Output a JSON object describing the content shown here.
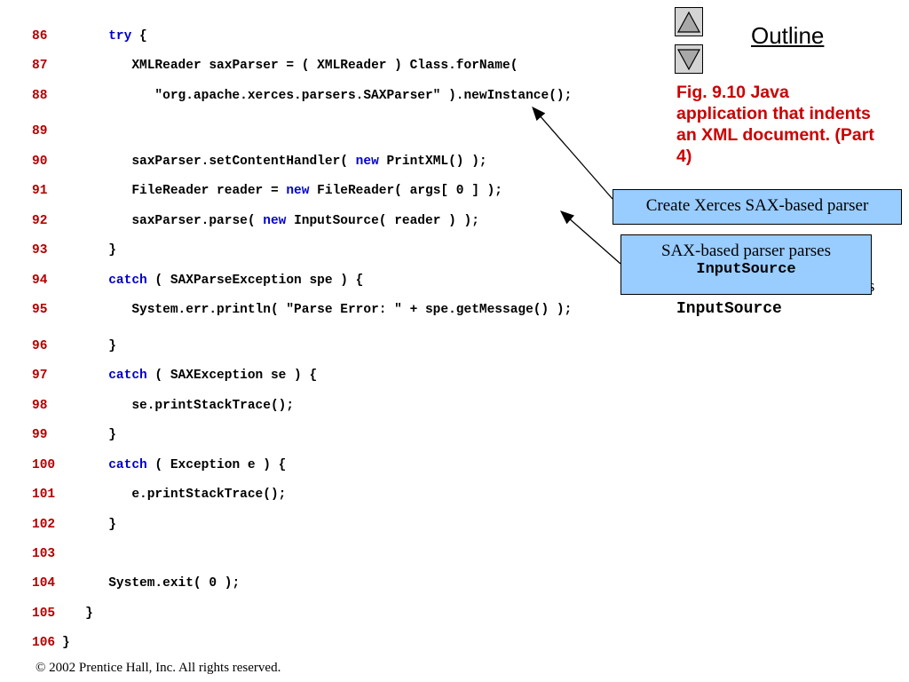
{
  "outline": {
    "label": "Outline"
  },
  "nav": {
    "up_icon": "triangle-up-icon",
    "down_icon": "triangle-down-icon"
  },
  "figure": {
    "title": "Fig. 9.10  Java application that indents an XML document. (Part 4)"
  },
  "callouts": {
    "create_parser": "Create Xerces SAX-based parser",
    "parse_text": "SAX-based parser parses",
    "parse_code": "InputSource"
  },
  "ghost": {
    "code": "InputSource",
    "s": "s"
  },
  "footer": "© 2002 Prentice Hall, Inc.  All rights reserved.",
  "code": [
    {
      "num": "86",
      "indent": "      ",
      "parts": [
        {
          "t": "try",
          "kw": true
        },
        {
          "t": " {"
        }
      ]
    },
    {
      "num": "87",
      "indent": "         ",
      "parts": [
        {
          "t": "XMLReader saxParser = ( XMLReader ) Class.forName("
        }
      ]
    },
    {
      "num": "88",
      "indent": "            ",
      "parts": [
        {
          "t": "\"org.apache.xerces.parsers.SAXParser\" ).newInstance();"
        }
      ]
    },
    {
      "num": "89",
      "indent": "",
      "parts": []
    },
    {
      "num": "90",
      "indent": "         ",
      "parts": [
        {
          "t": "saxParser.setContentHandler( "
        },
        {
          "t": "new",
          "kw": true
        },
        {
          "t": " PrintXML() );"
        }
      ]
    },
    {
      "num": "91",
      "indent": "         ",
      "parts": [
        {
          "t": "FileReader reader = "
        },
        {
          "t": "new",
          "kw": true
        },
        {
          "t": " FileReader( args[ 0 ] );"
        }
      ]
    },
    {
      "num": "92",
      "indent": "         ",
      "parts": [
        {
          "t": "saxParser.parse( "
        },
        {
          "t": "new",
          "kw": true
        },
        {
          "t": " InputSource( reader ) );"
        }
      ]
    },
    {
      "num": "93",
      "indent": "      ",
      "parts": [
        {
          "t": "}"
        }
      ]
    },
    {
      "num": "94",
      "indent": "      ",
      "parts": [
        {
          "t": "catch",
          "kw": true
        },
        {
          "t": " ( SAXParseException spe ) {"
        }
      ]
    },
    {
      "num": "95",
      "indent": "         ",
      "parts": [
        {
          "t": "System.err.println( \"Parse Error: \" + spe.getMessage() );"
        }
      ]
    },
    {
      "num": "96",
      "indent": "      ",
      "parts": [
        {
          "t": "}"
        }
      ]
    },
    {
      "num": "97",
      "indent": "      ",
      "parts": [
        {
          "t": "catch",
          "kw": true
        },
        {
          "t": " ( SAXException se ) {"
        }
      ]
    },
    {
      "num": "98",
      "indent": "         ",
      "parts": [
        {
          "t": "se.printStackTrace();"
        }
      ]
    },
    {
      "num": "99",
      "indent": "      ",
      "parts": [
        {
          "t": "}"
        }
      ]
    },
    {
      "num": "100",
      "indent": "      ",
      "parts": [
        {
          "t": "catch",
          "kw": true
        },
        {
          "t": " ( Exception e ) {"
        }
      ]
    },
    {
      "num": "101",
      "indent": "         ",
      "parts": [
        {
          "t": "e.printStackTrace();"
        }
      ]
    },
    {
      "num": "102",
      "indent": "      ",
      "parts": [
        {
          "t": "}"
        }
      ]
    },
    {
      "num": "103",
      "indent": "",
      "parts": []
    },
    {
      "num": "104",
      "indent": "      ",
      "parts": [
        {
          "t": "System.exit( 0 );"
        }
      ]
    },
    {
      "num": "105",
      "indent": "   ",
      "parts": [
        {
          "t": "}"
        }
      ]
    },
    {
      "num": "106",
      "indent": "",
      "parts": [
        {
          "t": "}"
        }
      ]
    }
  ]
}
